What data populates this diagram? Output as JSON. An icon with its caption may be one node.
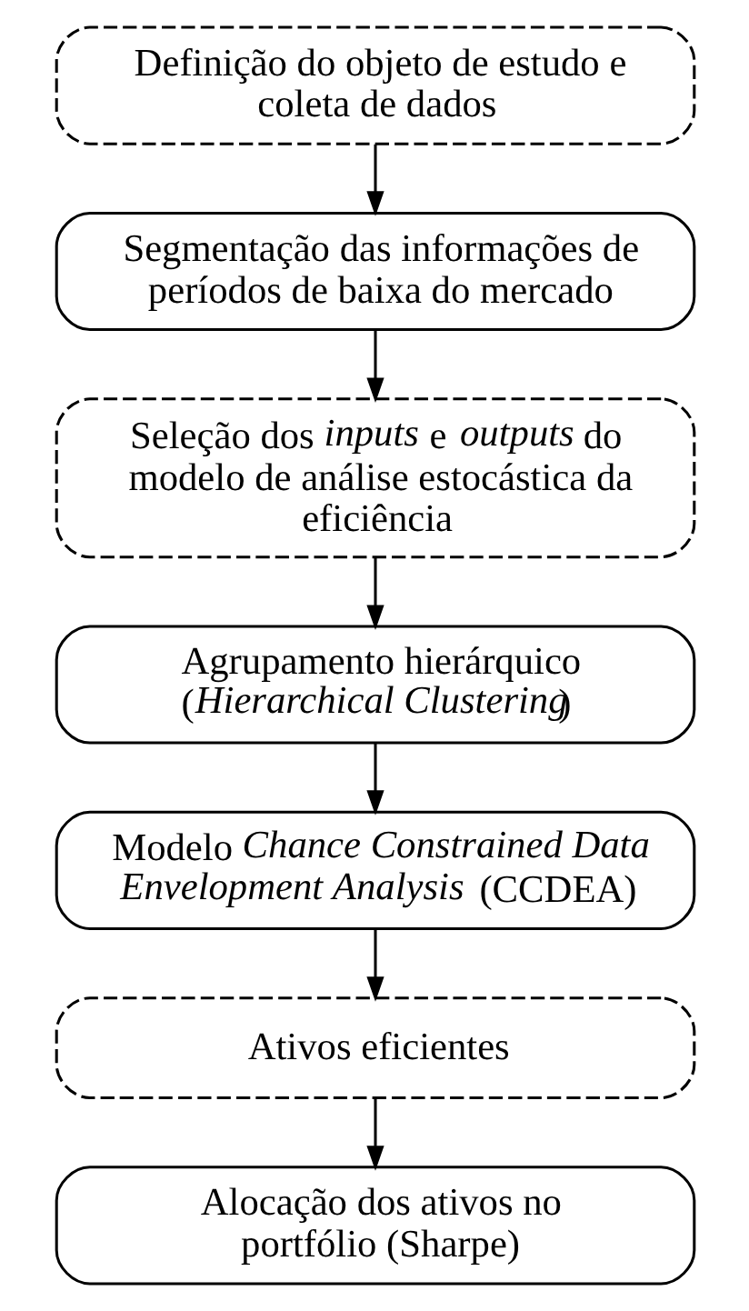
{
  "diagram": {
    "nodes": [
      {
        "text": [
          "Definição do objeto de estudo e coleta de dados"
        ]
      },
      {
        "text": [
          "Segmentação das informações de períodos de baixa do mercado"
        ]
      },
      {
        "text": [
          "Seleção dos *inputs* e *outputs* do modelo de análise estocástica da eficiência"
        ]
      },
      {
        "text": [
          "Agrupamento hierárquico (*Hierarchical Clustering*)"
        ]
      },
      {
        "text": [
          "Modelo *Chance Constrained Data Envelopment Analysis* (CCDEA)"
        ]
      },
      {
        "text": [
          "Ativos eficientes"
        ]
      },
      {
        "text": [
          "Alocação dos ativos no portfólio (Sharpe)"
        ]
      }
    ],
    "edges": [
      {
        "from": 0,
        "to": 1,
        "arrow": "to"
      },
      {
        "from": 1,
        "to": 2,
        "arrow": "to"
      },
      {
        "from": 2,
        "to": 3,
        "arrow": "to"
      },
      {
        "from": 3,
        "to": 4,
        "arrow": "to"
      },
      {
        "from": 4,
        "to": 5,
        "arrow": "to"
      },
      {
        "from": 5,
        "to": 6,
        "arrow": "to"
      }
    ]
  }
}
